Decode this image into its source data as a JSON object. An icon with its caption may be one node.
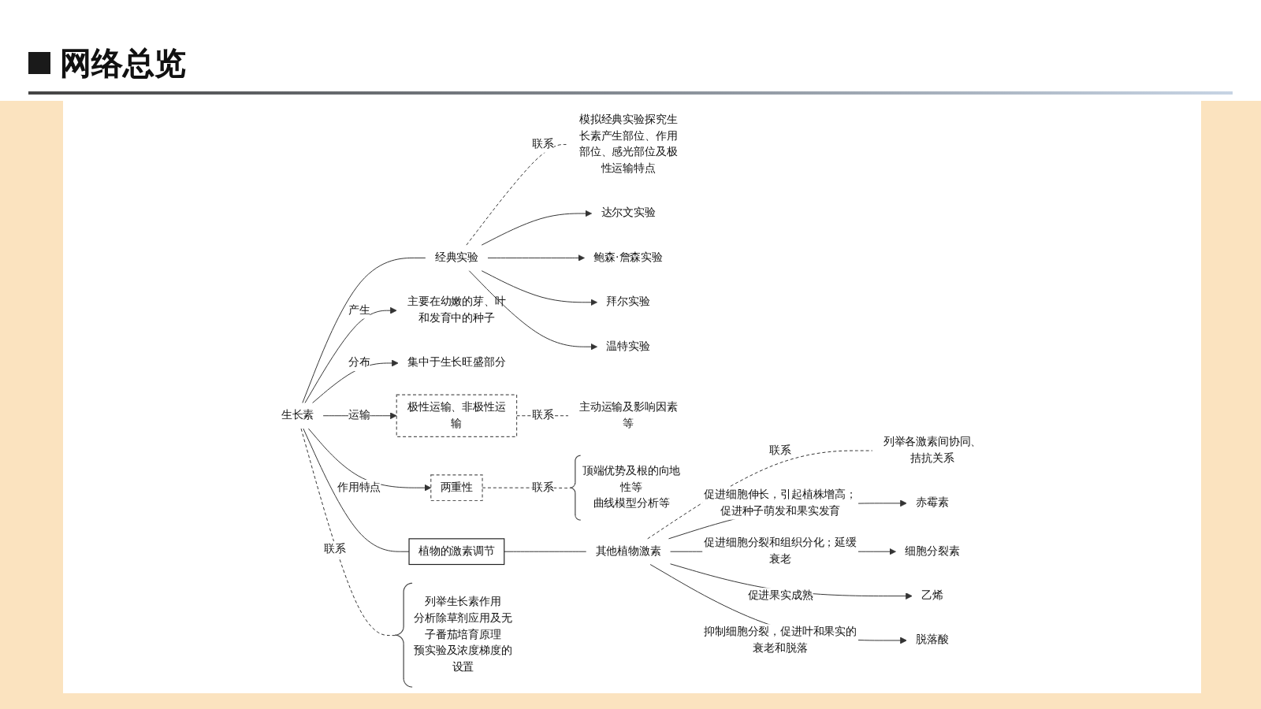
{
  "diagram": {
    "title": "网络总览",
    "nodes": [
      {
        "text": [
          "模拟经典实验探究生长素产生部位、作用部位、感光部位及极性运输特点"
        ]
      },
      {
        "text": [
          "经典实验"
        ]
      },
      {
        "text": [
          "达尔文实验"
        ]
      },
      {
        "text": [
          "鲍森·詹森实验"
        ]
      },
      {
        "text": [
          "拜尔实验"
        ]
      },
      {
        "text": [
          "温特实验"
        ]
      },
      {
        "text": [
          "主要在幼嫩的芽、叶和发育中的种子"
        ]
      },
      {
        "text": [
          "集中于生长旺盛部分"
        ]
      },
      {
        "text": [
          "主动运输及影响因素等"
        ]
      },
      {
        "text": [
          "极性运输、非极性运输"
        ]
      },
      {
        "text": [
          "两重性"
        ]
      },
      {
        "text": [
          "顶端优势及根的向地性等",
          "曲线模型分析等"
        ]
      },
      {
        "text": [
          "生长素"
        ]
      },
      {
        "text": [
          "植物的激素调节"
        ]
      },
      {
        "text": [
          "其他植物激素"
        ]
      },
      {
        "text": [
          "列举生长素作用",
          "分析除草剂应用及无子番茄培育原理",
          "预实验及浓度梯度的设置"
        ]
      },
      {
        "text": [
          "列举各激素间协同、拮抗关系"
        ]
      },
      {
        "text": [
          "赤霉素"
        ]
      },
      {
        "text": [
          "细胞分裂素"
        ]
      },
      {
        "text": [
          "乙烯"
        ]
      },
      {
        "text": [
          "脱落酸"
        ]
      }
    ],
    "edges": [
      {
        "from": 12,
        "to": 13,
        "arrow": "none"
      },
      {
        "from": 13,
        "to": 14,
        "arrow": "none"
      },
      {
        "from": 12,
        "to": 1,
        "arrow": "none"
      },
      {
        "from": 1,
        "to": 2,
        "arrow": "to"
      },
      {
        "from": 1,
        "to": 3,
        "arrow": "to"
      },
      {
        "from": 1,
        "to": 4,
        "arrow": "to"
      },
      {
        "from": 1,
        "to": 5,
        "arrow": "to"
      },
      {
        "from": 1,
        "to": 0,
        "arrow": "none",
        "style": "dashed",
        "label": "联系"
      },
      {
        "from": 12,
        "to": 6,
        "arrow": "to",
        "label": "产生"
      },
      {
        "from": 12,
        "to": 7,
        "arrow": "to",
        "label": "分布"
      },
      {
        "from": 12,
        "to": 9,
        "arrow": "to",
        "label": "运输"
      },
      {
        "from": 9,
        "to": 8,
        "arrow": "none",
        "style": "dashed",
        "label": "联系"
      },
      {
        "from": 12,
        "to": 10,
        "arrow": "to",
        "label": "作用特点"
      },
      {
        "from": 10,
        "to": 11,
        "arrow": "none",
        "style": "dashed",
        "label": "联系"
      },
      {
        "from": 12,
        "to": 15,
        "arrow": "none",
        "style": "dashed",
        "label": "联系"
      },
      {
        "from": 14,
        "to": 16,
        "arrow": "none",
        "style": "dashed",
        "label": "联系"
      },
      {
        "from": 14,
        "to": 17,
        "arrow": "to",
        "label": "促进细胞伸长，引起植株增高；促进种子萌发和果实发育"
      },
      {
        "from": 14,
        "to": 18,
        "arrow": "to",
        "label": "促进细胞分裂和组织分化；延缓衰老"
      },
      {
        "from": 14,
        "to": 19,
        "arrow": "to",
        "label": "促进果实成熟"
      },
      {
        "from": 14,
        "to": 20,
        "arrow": "to",
        "label": "抑制细胞分裂，促进叶和果实的衰老和脱落"
      }
    ]
  }
}
